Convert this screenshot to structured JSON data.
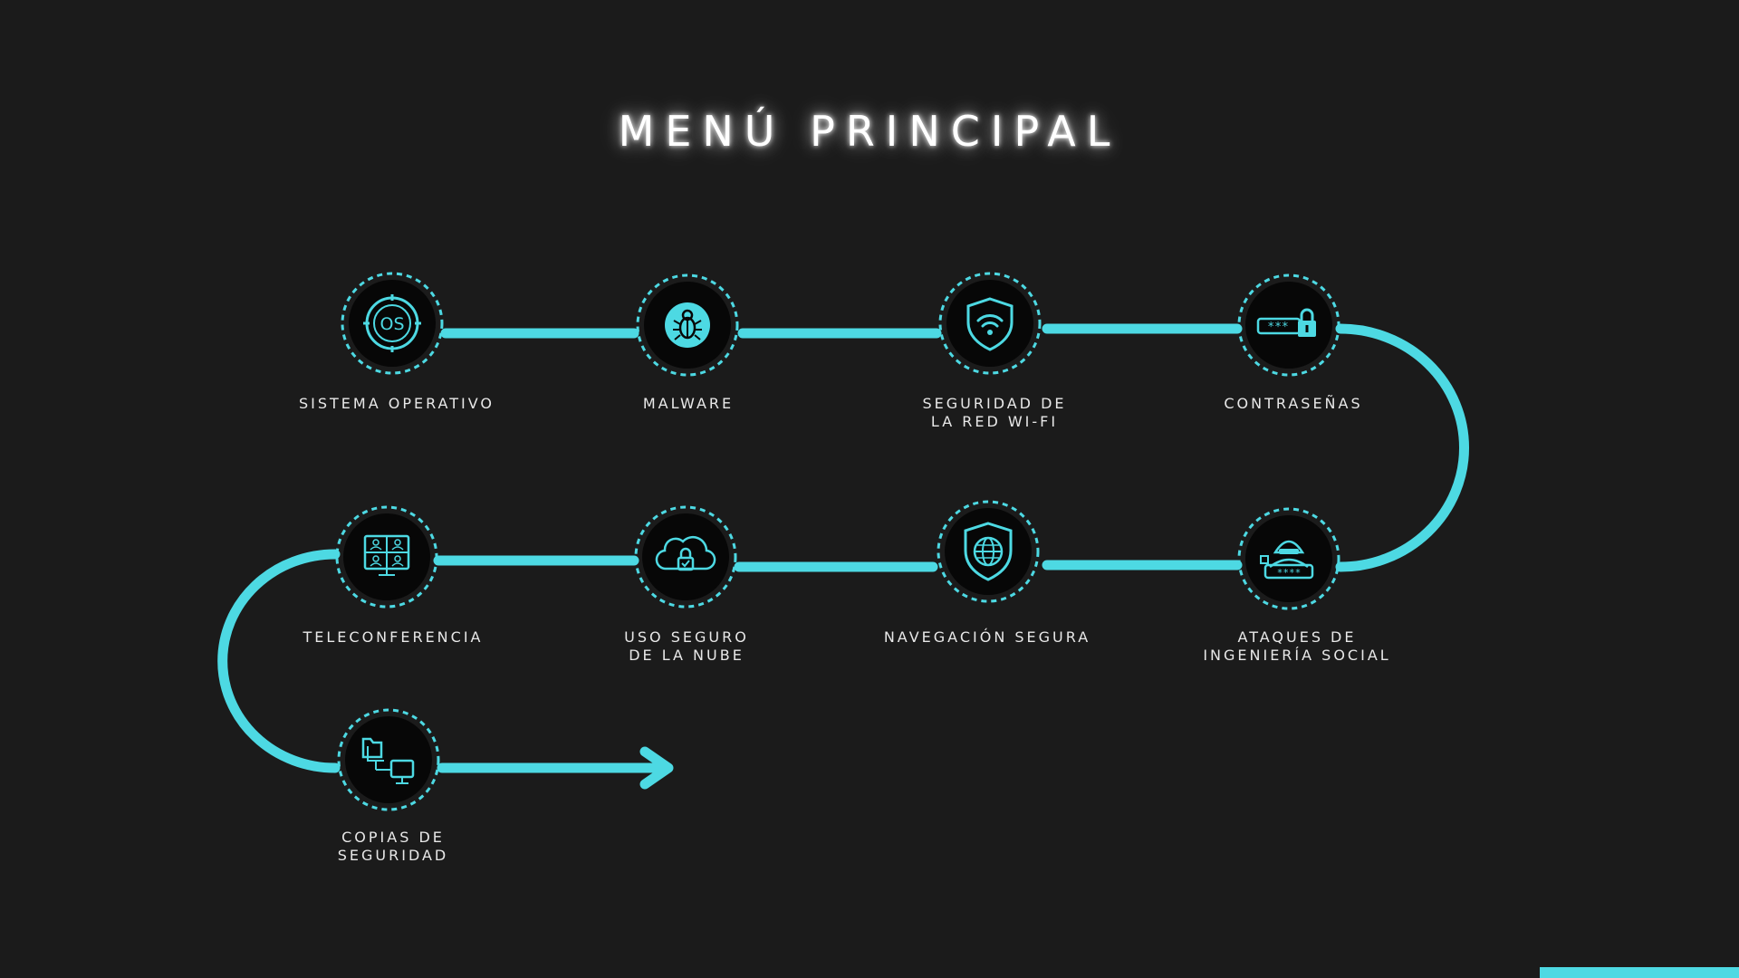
{
  "title": "MENÚ PRINCIPAL",
  "accent_color": "#4dd9e3",
  "background_color": "#1b1b1b",
  "items": [
    {
      "id": "sistema-operativo",
      "icon": "os-icon",
      "label_lines": [
        "SISTEMA OPERATIVO"
      ]
    },
    {
      "id": "malware",
      "icon": "bug-icon",
      "label_lines": [
        "MALWARE"
      ]
    },
    {
      "id": "seguridad-wifi",
      "icon": "wifi-shield-icon",
      "label_lines": [
        "SEGURIDAD DE",
        "LA RED WI-FI"
      ]
    },
    {
      "id": "contrasenas",
      "icon": "password-lock-icon",
      "label_lines": [
        "CONTRASEÑAS"
      ]
    },
    {
      "id": "ataques-ingenieria-social",
      "icon": "hacker-icon",
      "label_lines": [
        "ATAQUES DE",
        "INGENIERÍA SOCIAL"
      ]
    },
    {
      "id": "navegacion-segura",
      "icon": "globe-shield-icon",
      "label_lines": [
        "NAVEGACIÓN SEGURA"
      ]
    },
    {
      "id": "uso-seguro-nube",
      "icon": "cloud-lock-icon",
      "label_lines": [
        "USO SEGURO",
        "DE LA NUBE"
      ]
    },
    {
      "id": "teleconferencia",
      "icon": "video-call-icon",
      "label_lines": [
        "TELECONFERENCIA"
      ]
    },
    {
      "id": "copias-seguridad",
      "icon": "backup-icon",
      "label_lines": [
        "COPIAS DE",
        "SEGURIDAD"
      ]
    }
  ]
}
